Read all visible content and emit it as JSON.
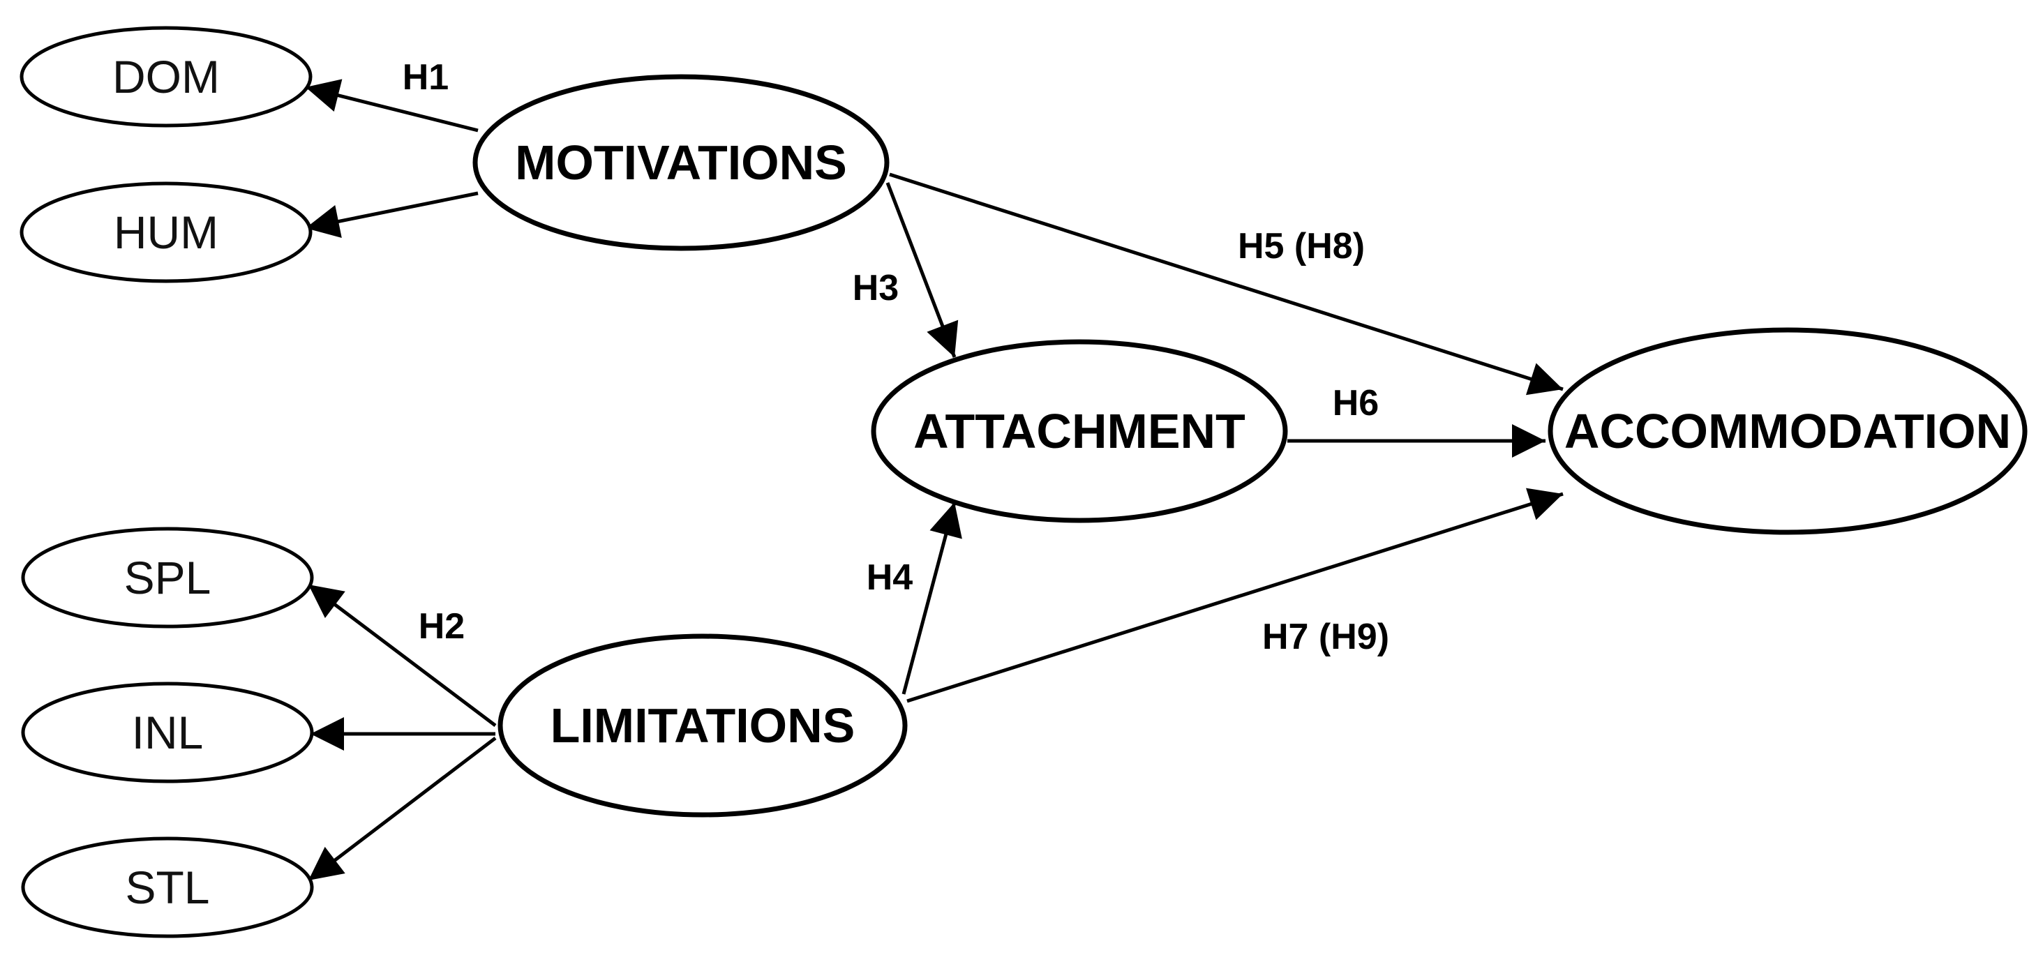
{
  "diagram": {
    "nodes": {
      "dom": "DOM",
      "hum": "HUM",
      "spl": "SPL",
      "inl": "INL",
      "stl": "STL",
      "motivations": "MOTIVATIONS",
      "limitations": "LIMITATIONS",
      "attachment": "ATTACHMENT",
      "accommodation": "ACCOMMODATION"
    },
    "edge_labels": {
      "h1": "H1",
      "h2": "H2",
      "h3": "H3",
      "h4": "H4",
      "h5": "H5 (H8)",
      "h6": "H6",
      "h7": "H7 (H9)"
    },
    "edges": [
      {
        "from": "MOTIVATIONS",
        "to": "DOM",
        "label": "H1"
      },
      {
        "from": "MOTIVATIONS",
        "to": "HUM",
        "label": "H1"
      },
      {
        "from": "LIMITATIONS",
        "to": "SPL",
        "label": "H2"
      },
      {
        "from": "LIMITATIONS",
        "to": "INL",
        "label": "H2"
      },
      {
        "from": "LIMITATIONS",
        "to": "STL",
        "label": "H2"
      },
      {
        "from": "MOTIVATIONS",
        "to": "ATTACHMENT",
        "label": "H3"
      },
      {
        "from": "LIMITATIONS",
        "to": "ATTACHMENT",
        "label": "H4"
      },
      {
        "from": "MOTIVATIONS",
        "to": "ACCOMMODATION",
        "label": "H5 (H8)"
      },
      {
        "from": "ATTACHMENT",
        "to": "ACCOMMODATION",
        "label": "H6"
      },
      {
        "from": "LIMITATIONS",
        "to": "ACCOMMODATION",
        "label": "H7 (H9)"
      }
    ]
  }
}
